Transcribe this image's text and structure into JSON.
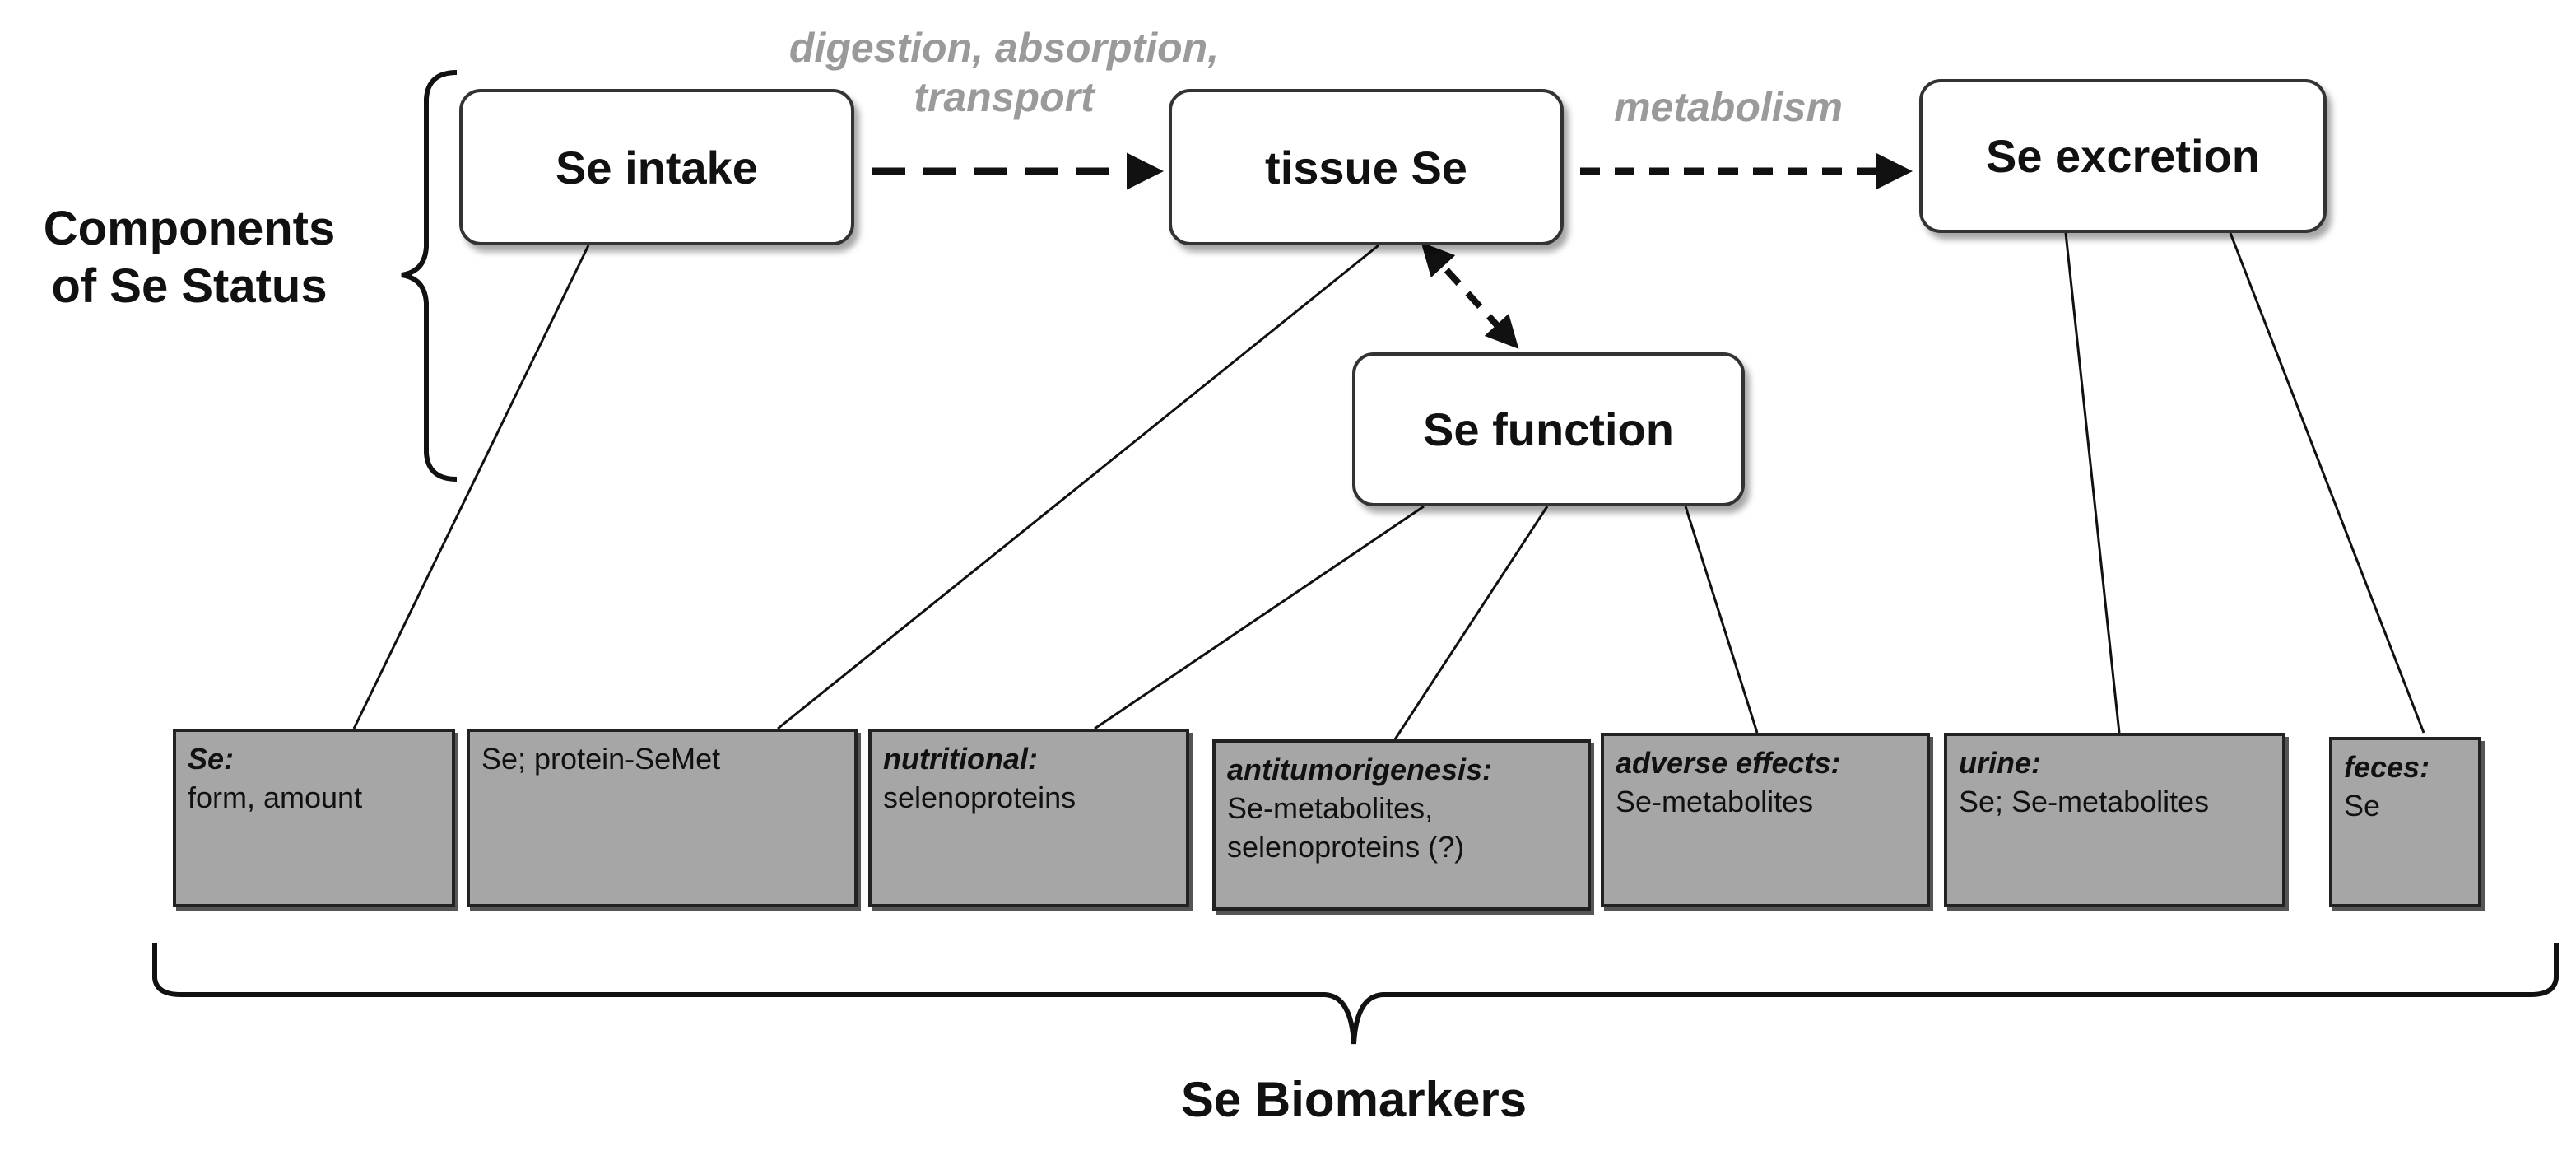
{
  "components_label": "Components\nof Se Status",
  "biomarkers_label": "Se Biomarkers",
  "process_labels": {
    "intake_to_tissue": "digestion, absorption,\ntransport",
    "tissue_to_excretion": "metabolism"
  },
  "nodes": {
    "intake": "Se intake",
    "tissue": "tissue Se",
    "excretion": "Se excretion",
    "function": "Se function"
  },
  "biomarkers": [
    {
      "head": "Se:",
      "body": "form, amount"
    },
    {
      "head": "",
      "body": "Se;  protein-SeMet"
    },
    {
      "head": "nutritional:",
      "body": "selenoproteins"
    },
    {
      "head": "antitumorigenesis:",
      "body": "Se-metabolites,\nselenoproteins (?)"
    },
    {
      "head": "adverse effects:",
      "body": "Se-metabolites"
    },
    {
      "head": "urine:",
      "body": "Se; Se-metabolites"
    },
    {
      "head": "feces:",
      "body": "Se"
    }
  ]
}
